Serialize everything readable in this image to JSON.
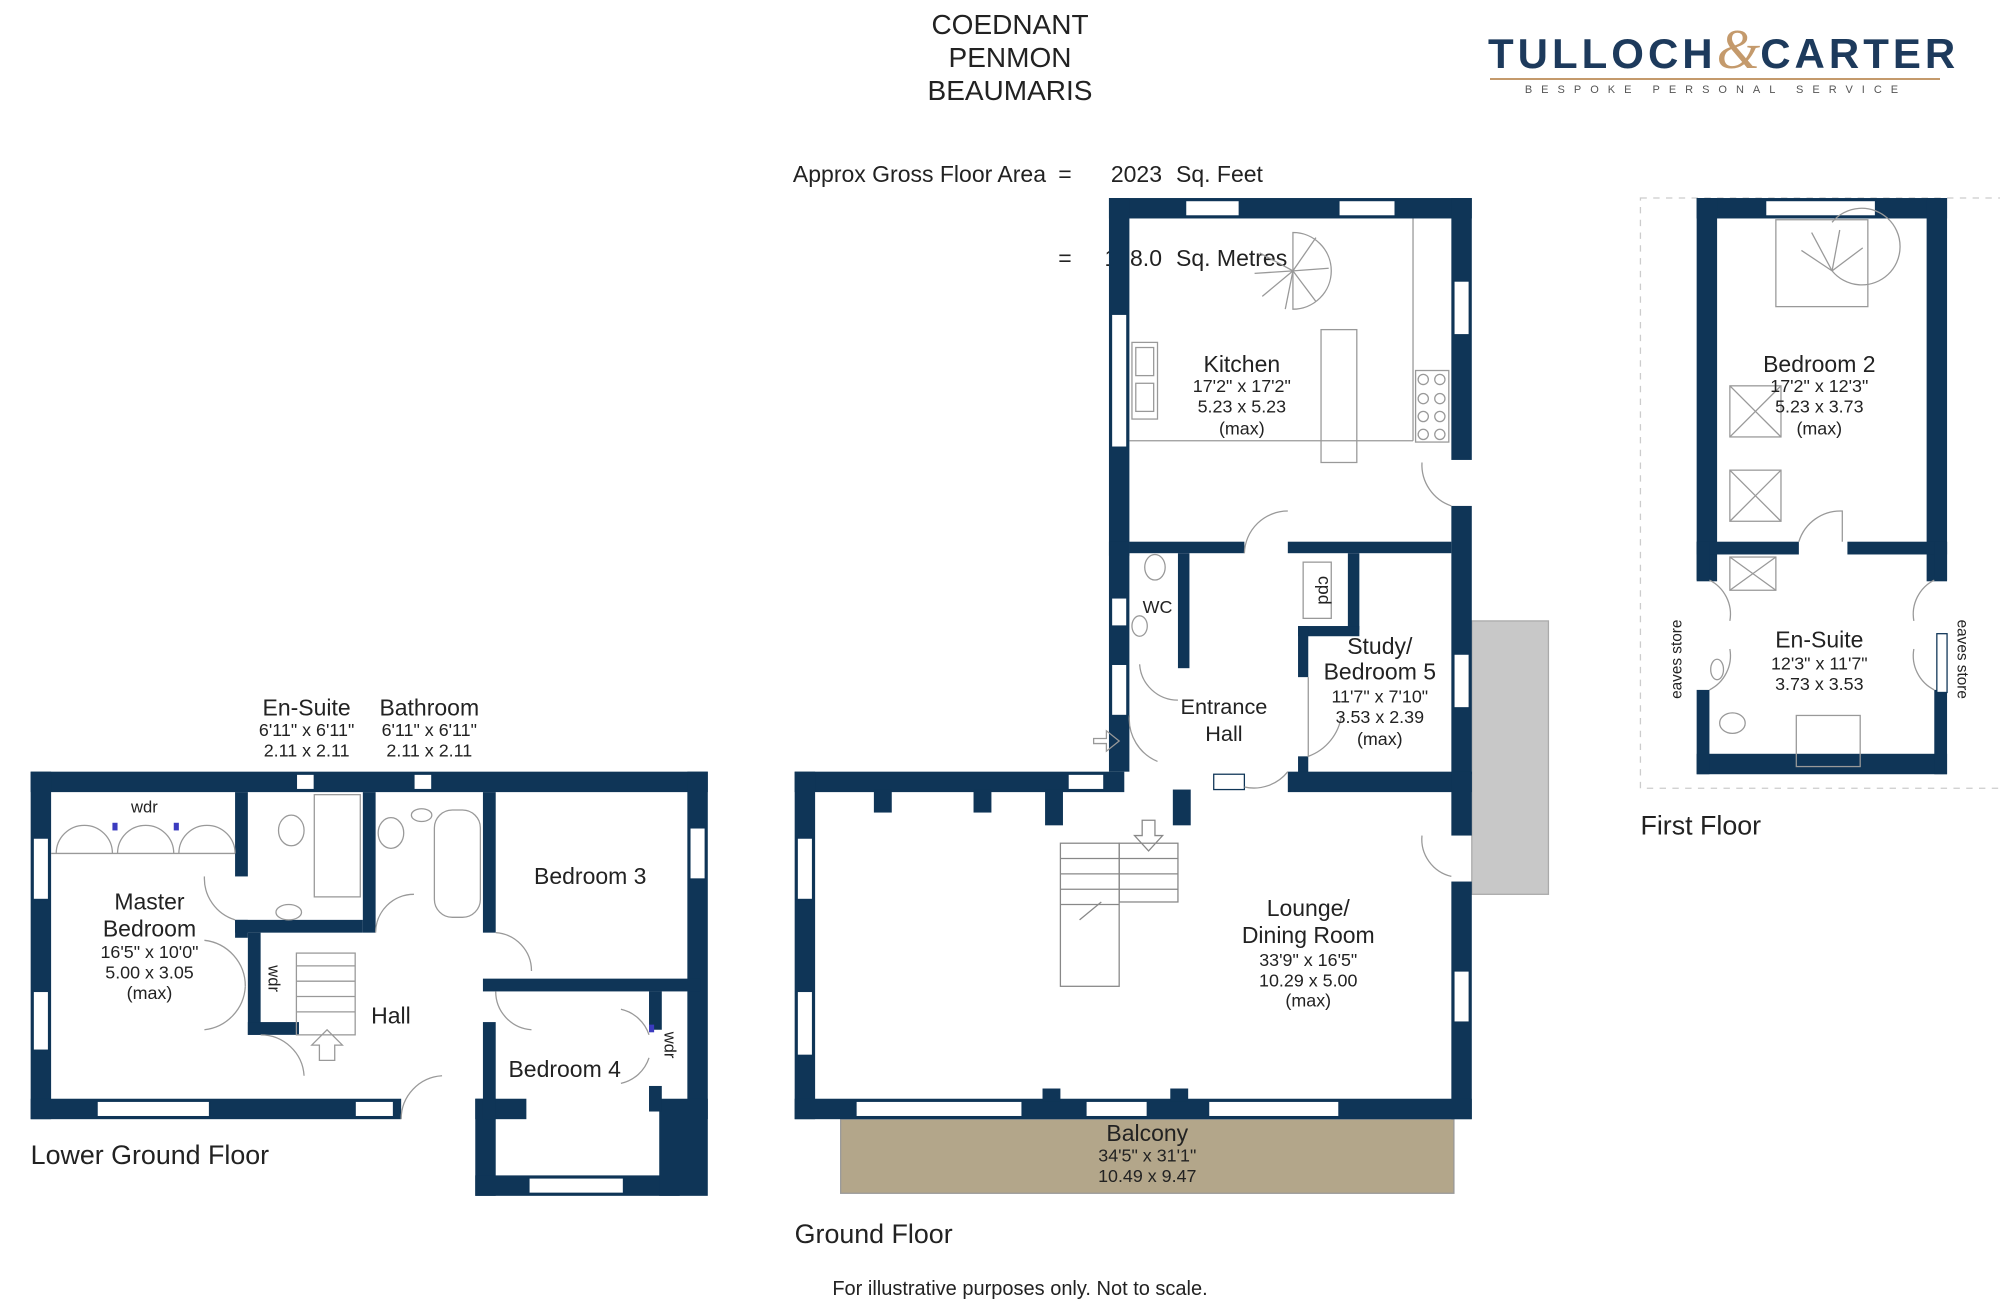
{
  "header": {
    "line1": "COEDNANT",
    "line2": "PENMON",
    "line3": "BEAUMARIS",
    "area_label": "Approx Gross Floor Area",
    "area_eq": "=",
    "area_sqft": "2023",
    "area_sqft_unit": "Sq. Feet",
    "area_sqm": "188.0",
    "area_sqm_unit": "Sq. Metres"
  },
  "logo": {
    "left_word": "TULLOCH",
    "amp": "&",
    "right_word": "CARTER",
    "tagline": "BESPOKE   PERSONAL   SERVICE"
  },
  "colors": {
    "wall": "#0f3557",
    "balcony": "#b3a68a",
    "terrace": "#c8c8c8",
    "text": "#222222",
    "logo_navy": "#1d3a5c",
    "logo_gold": "#c49a6c"
  },
  "floors": {
    "lower_ground": "Lower Ground Floor",
    "ground": "Ground Floor",
    "first": "First Floor"
  },
  "rooms": {
    "kitchen": {
      "name": "Kitchen",
      "imperial": "17'2\" x 17'2\"",
      "metric": "5.23  x  5.23",
      "note": "(max)"
    },
    "wc": {
      "name": "WC"
    },
    "cpd": {
      "name": "cpd"
    },
    "study": {
      "name1": "Study/",
      "name2": "Bedroom 5",
      "imperial": "11'7\" x 7'10\"",
      "metric": "3.53  x  2.39",
      "note": "(max)"
    },
    "entrance_hall": {
      "name1": "Entrance",
      "name2": "Hall"
    },
    "lounge": {
      "name1": "Lounge/",
      "name2": "Dining Room",
      "imperial": "33'9\" x 16'5\"",
      "metric": "10.29 x  5.00",
      "note": "(max)"
    },
    "balcony": {
      "name": "Balcony",
      "imperial": "34'5\" x 31'1\"",
      "metric": "10.49 x  9.47"
    },
    "bedroom2": {
      "name": "Bedroom 2",
      "imperial": "17'2\" x 12'3\"",
      "metric": "5.23  x  3.73",
      "note": "(max)"
    },
    "ensuite_first": {
      "name": "En-Suite",
      "imperial": "12'3\" x 11'7\"",
      "metric": "3.73  x  3.53"
    },
    "eaves_store": "eaves store",
    "ensuite_lower": {
      "name": "En-Suite",
      "imperial": "6'11\" x 6'11\"",
      "metric": "2.11  x  2.11"
    },
    "bathroom": {
      "name": "Bathroom",
      "imperial": "6'11\" x 6'11\"",
      "metric": "2.11  x  2.11"
    },
    "master": {
      "name1": "Master",
      "name2": "Bedroom",
      "imperial": "16'5\" x 10'0\"",
      "metric": "5.00  x  3.05",
      "note": "(max)"
    },
    "bedroom3": {
      "name": "Bedroom 3"
    },
    "hall": {
      "name": "Hall"
    },
    "bedroom4": {
      "name": "Bedroom 4"
    },
    "wdr": "wdr"
  },
  "footer": "For illustrative purposes only. Not to scale."
}
